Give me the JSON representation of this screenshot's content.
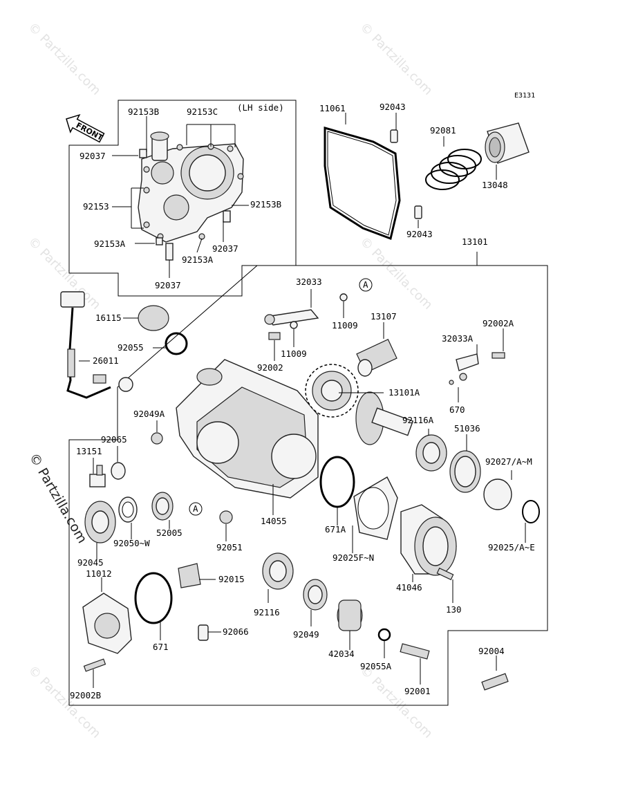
{
  "diagram_code": "E3131",
  "front_arrow_label": "FRONT",
  "lh_side_label": "(LH side)",
  "watermark_text": "© Partzilla.com",
  "side_watermark_text": "© Partzilla.com",
  "labels": {
    "p92153B_a": "92153B",
    "p92153C": "92153C",
    "p92037_a": "92037",
    "p92153": "92153",
    "p92153B_b": "92153B",
    "p92153A_a": "92153A",
    "p92037_b": "92037",
    "p92153A_b": "92153A",
    "p92037_c": "92037",
    "p11061": "11061",
    "p92043_a": "92043",
    "p92043_b": "92043",
    "p92081": "92081",
    "p13048": "13048",
    "p13101": "13101",
    "p16115": "16115",
    "p92055": "92055",
    "p26011": "26011",
    "p32033": "32033",
    "p11009_a": "11009",
    "p11009_b": "11009",
    "p92002": "92002",
    "p13107": "13107",
    "p32033A": "32033A",
    "p92002A": "92002A",
    "p13101A": "13101A",
    "p670": "670",
    "p92049A": "92049A",
    "p92065": "92065",
    "p13151": "13151",
    "p92116A": "92116A",
    "p51036": "51036",
    "p92027": "92027/A~M",
    "p671A": "671A",
    "p14055": "14055",
    "p52005": "52005",
    "p92050": "92050~W",
    "p92045": "92045",
    "p92051": "92051",
    "p92025FN": "92025F~N",
    "p92025AE": "92025/A~E",
    "p41046": "41046",
    "p11012": "11012",
    "p92015": "92015",
    "p92116": "92116",
    "p130": "130",
    "p671": "671",
    "p92066": "92066",
    "p92049": "92049",
    "p42034": "42034",
    "p92055A": "92055A",
    "p92004": "92004",
    "p92001": "92001",
    "p92002B": "92002B",
    "callout_a1": "A",
    "callout_a2": "A"
  }
}
